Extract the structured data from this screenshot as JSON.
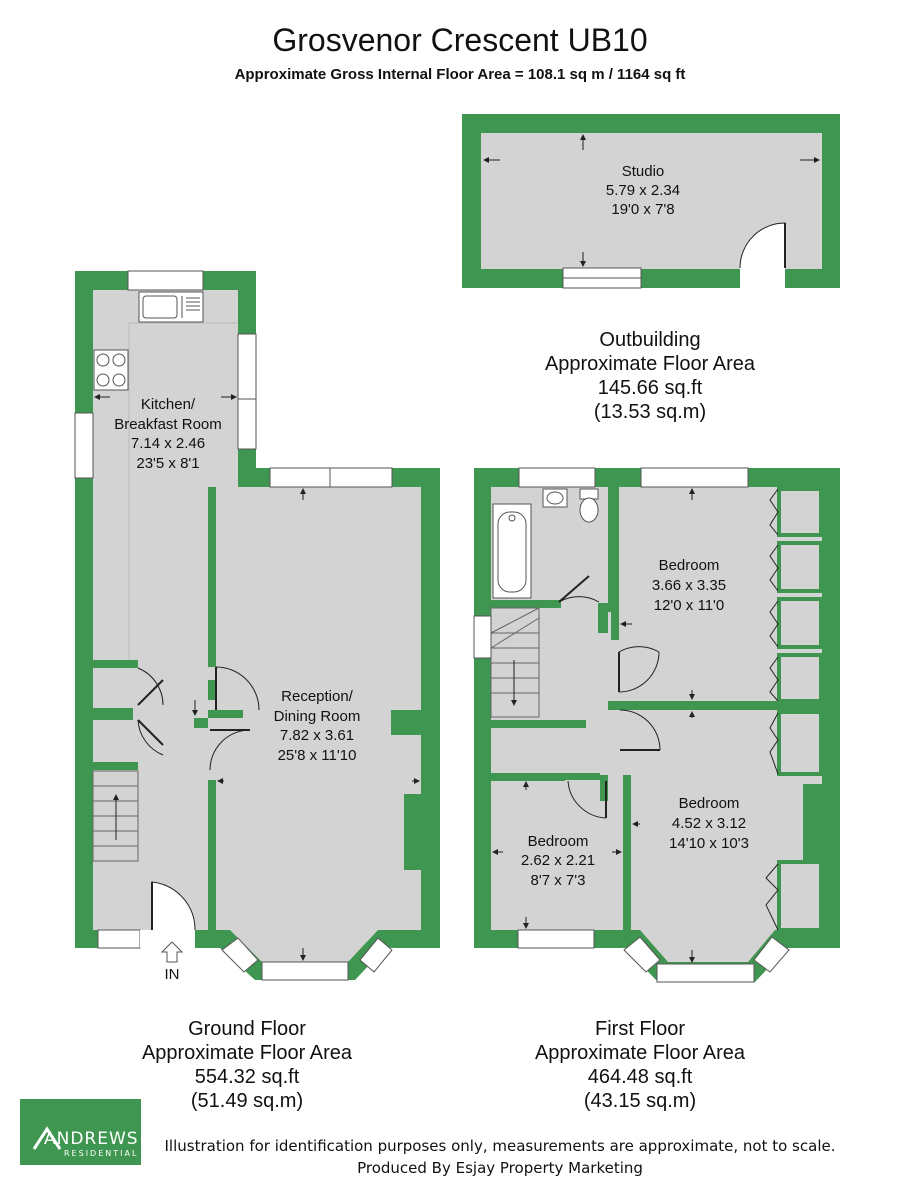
{
  "header": {
    "title": "Grosvenor Crescent UB10",
    "subtitle": "Approximate Gross Internal Floor Area = 108.1 sq m / 1164 sq ft"
  },
  "colors": {
    "wall": "#3f9650",
    "floor": "#d3d3d3",
    "line": "#222222",
    "window": "#ffffff"
  },
  "rooms": {
    "studio": {
      "name": "Studio",
      "metric": "5.79 x 2.34",
      "imperial": "19'0 x 7'8"
    },
    "kitchen": {
      "name_line1": "Kitchen/",
      "name_line2": "Breakfast Room",
      "metric": "7.14 x 2.46",
      "imperial": "23'5 x 8'1"
    },
    "reception": {
      "name_line1": "Reception/",
      "name_line2": "Dining Room",
      "metric": "7.82 x 3.61",
      "imperial": "25'8 x 11'10"
    },
    "bedroom1": {
      "name": "Bedroom",
      "metric": "3.66 x 3.35",
      "imperial": "12'0 x 11'0"
    },
    "bedroom2": {
      "name": "Bedroom",
      "metric": "4.52 x 3.12",
      "imperial": "14'10 x 10'3"
    },
    "bedroom3": {
      "name": "Bedroom",
      "metric": "2.62 x 2.21",
      "imperial": "8'7 x 7'3"
    }
  },
  "entrance_label": "IN",
  "outbuilding": {
    "line1": "Outbuilding",
    "line2": "Approximate Floor Area",
    "sqft": "145.66 sq.ft",
    "sqm": "(13.53 sq.m)"
  },
  "ground_floor": {
    "line1": "Ground Floor",
    "line2": "Approximate Floor Area",
    "sqft": "554.32 sq.ft",
    "sqm": "(51.49 sq.m)"
  },
  "first_floor": {
    "line1": "First Floor",
    "line2": "Approximate Floor Area",
    "sqft": "464.48 sq.ft",
    "sqm": "(43.15 sq.m)"
  },
  "footer": {
    "disclaimer": "Illustration for identification purposes only, measurements are approximate, not to scale.",
    "producer": "Produced By Esjay Property Marketing"
  },
  "logo": {
    "name": "ANDREWS",
    "sub": "RESIDENTIAL"
  }
}
